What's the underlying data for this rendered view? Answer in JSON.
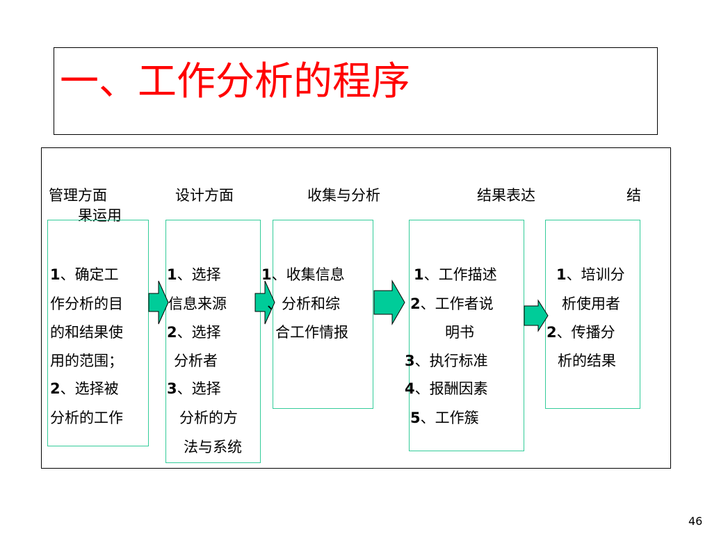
{
  "slide": {
    "title": "一、工作分析的程序",
    "page_number": "46"
  },
  "headings": {
    "management": "管理方面",
    "design": "设计方面",
    "collect": "收集与分析",
    "express": "结果表达",
    "apply_part1": "结",
    "apply_part2": "果运用"
  },
  "columns": {
    "management": [
      {
        "num": "1",
        "text": "、确定工"
      },
      {
        "num": "",
        "text": "作分析的目"
      },
      {
        "num": "",
        "text": "的和结果使"
      },
      {
        "num": "",
        "text": "用的范围；"
      },
      {
        "num": "2",
        "text": "、选择被"
      },
      {
        "num": "",
        "text": "分析的工作"
      }
    ],
    "design": [
      {
        "num": "1",
        "text": "、选择"
      },
      {
        "num": "",
        "text": "信息来源"
      },
      {
        "num": "2",
        "text": "、选择"
      },
      {
        "num": "",
        "text": "分析者"
      },
      {
        "num": "3",
        "text": "、选择"
      },
      {
        "num": "",
        "text": "分析的方"
      },
      {
        "num": "",
        "text": "法与系统"
      }
    ],
    "collect": [
      {
        "num": "1",
        "text": "、收集信息"
      },
      {
        "num": "",
        "text": "、分析和综"
      },
      {
        "num": "",
        "text": "合工作情报"
      }
    ],
    "express": [
      {
        "num": "1",
        "text": "、工作描述"
      },
      {
        "num": "2",
        "text": "、工作者说"
      },
      {
        "num": "",
        "text": "明书"
      },
      {
        "num": "3",
        "text": "、执行标准"
      },
      {
        "num": "4",
        "text": "、报酬因素"
      },
      {
        "num": "5",
        "text": "、工作簇"
      }
    ],
    "apply": [
      {
        "num": "1",
        "text": "、培训分"
      },
      {
        "num": "",
        "text": "析使用者"
      },
      {
        "num": "2",
        "text": "、传播分"
      },
      {
        "num": "",
        "text": "析的结果"
      }
    ]
  },
  "colors": {
    "title": "#ff0000",
    "box_border": "#33cc99",
    "arrow_fill": "#00cc99"
  },
  "icons": {
    "flow_arrow": "right-block-arrow-icon"
  }
}
